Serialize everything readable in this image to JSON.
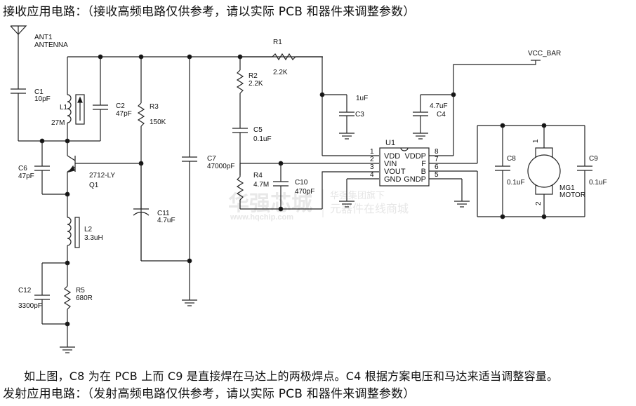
{
  "headings": {
    "receiver_title": "接收应用电路：（接收高频电路仅供参考，请以实际 PCB 和器件来调整参数）",
    "note": "如上图，C8 为在 PCB 上而 C9 是直接焊在马达上的两极焊点。C4 根据方案电压和马达来适当调整容量。",
    "transmitter_title": "发射应用电路：（发射高频电路仅供参考，请以实际 PCB 和器件来调整参数）"
  },
  "schematic": {
    "antenna": {
      "ref": "ANT1",
      "value": "ANTENNA",
      "icon": "antenna-icon"
    },
    "power_net": "VCC_BAR",
    "components": {
      "C1": {
        "ref": "C1",
        "value": "10pF"
      },
      "L1": {
        "ref": "L1",
        "value": "27M"
      },
      "C2": {
        "ref": "C2",
        "value": "47pF"
      },
      "R3": {
        "ref": "R3",
        "value": "150K"
      },
      "R1": {
        "ref": "R1",
        "value": "2.2K"
      },
      "R2": {
        "ref": "R2",
        "value": "2.2K"
      },
      "C3": {
        "ref": "C3",
        "value": "1uF"
      },
      "C4": {
        "ref": "C4",
        "value": "4.7uF"
      },
      "C5": {
        "ref": "C5",
        "value": "0.1uF"
      },
      "C6": {
        "ref": "C6",
        "value": "47pF"
      },
      "Q1": {
        "ref": "Q1",
        "value": "2712-LY"
      },
      "C7": {
        "ref": "C7",
        "value": "47000pF"
      },
      "R4": {
        "ref": "R4",
        "value": "4.7M"
      },
      "C10": {
        "ref": "C10",
        "value": "470pF"
      },
      "C11": {
        "ref": "C11",
        "value": "4.7uF"
      },
      "L2": {
        "ref": "L2",
        "value": "3.3uH"
      },
      "C12": {
        "ref": "C12",
        "value": "3300pF"
      },
      "R5": {
        "ref": "R5",
        "value": "680R"
      },
      "C8": {
        "ref": "C8",
        "value": "0.1uF"
      },
      "C9": {
        "ref": "C9",
        "value": "0.1uF"
      },
      "MG1": {
        "ref": "MG1",
        "value": "MOTOR",
        "pin1": "1",
        "pin2": "2"
      }
    },
    "ic": {
      "ref": "U1",
      "pins_left": [
        {
          "num": "1",
          "name": "VDD"
        },
        {
          "num": "2",
          "name": "VIN"
        },
        {
          "num": "3",
          "name": "VOUT"
        },
        {
          "num": "4",
          "name": "GND"
        }
      ],
      "pins_right": [
        {
          "num": "8",
          "name": "VDDP"
        },
        {
          "num": "7",
          "name": "F"
        },
        {
          "num": "6",
          "name": "B"
        },
        {
          "num": "5",
          "name": "GNDP"
        }
      ]
    }
  },
  "watermark": {
    "brand": "华强芯城",
    "url": "www.hqchip.com",
    "line1": "华强集团旗下",
    "line2": "元器件在线商城"
  }
}
